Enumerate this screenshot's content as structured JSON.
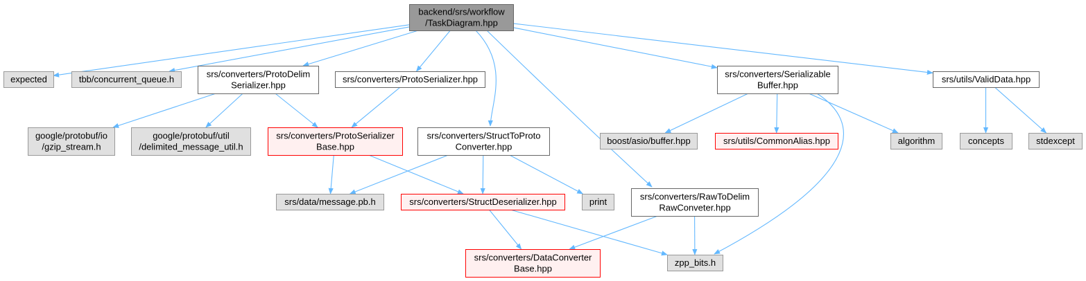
{
  "colors": {
    "edge": "#63b8ff",
    "node_root_fill": "#999999",
    "node_root_border": "#666666",
    "node_doc_fill": "#ffffff",
    "node_doc_border": "#666666",
    "node_external_fill": "#e0e0e0",
    "node_external_border": "#999999",
    "node_missing_fill": "#fff0f0",
    "node_missing_border": "#ff0000"
  },
  "nodes": [
    {
      "id": "root",
      "kind": "root",
      "lines": [
        "backend/srs/workflow",
        "/TaskDiagram.hpp"
      ]
    },
    {
      "id": "expected",
      "kind": "external",
      "lines": [
        "expected"
      ]
    },
    {
      "id": "tbb",
      "kind": "external",
      "lines": [
        "tbb/concurrent_queue.h"
      ]
    },
    {
      "id": "pds",
      "kind": "doc",
      "lines": [
        "srs/converters/ProtoDelim",
        "Serializer.hpp"
      ]
    },
    {
      "id": "ps",
      "kind": "doc",
      "lines": [
        "srs/converters/ProtoSerializer.hpp"
      ]
    },
    {
      "id": "sb",
      "kind": "doc",
      "lines": [
        "srs/converters/Serializable",
        "Buffer.hpp"
      ]
    },
    {
      "id": "vd",
      "kind": "doc",
      "lines": [
        "srs/utils/ValidData.hpp"
      ]
    },
    {
      "id": "gz",
      "kind": "external",
      "lines": [
        "google/protobuf/io",
        "/gzip_stream.h"
      ]
    },
    {
      "id": "dm",
      "kind": "external",
      "lines": [
        "google/protobuf/util",
        "/delimited_message_util.h"
      ]
    },
    {
      "id": "psb",
      "kind": "missing",
      "lines": [
        "srs/converters/ProtoSerializer",
        "Base.hpp"
      ]
    },
    {
      "id": "stpc",
      "kind": "doc",
      "lines": [
        "srs/converters/StructToProto",
        "Converter.hpp"
      ]
    },
    {
      "id": "bab",
      "kind": "external",
      "lines": [
        "boost/asio/buffer.hpp"
      ]
    },
    {
      "id": "ca",
      "kind": "missing",
      "lines": [
        "srs/utils/CommonAlias.hpp"
      ]
    },
    {
      "id": "alg",
      "kind": "external",
      "lines": [
        "algorithm"
      ]
    },
    {
      "id": "con",
      "kind": "external",
      "lines": [
        "concepts"
      ]
    },
    {
      "id": "stdx",
      "kind": "external",
      "lines": [
        "stdexcept"
      ]
    },
    {
      "id": "msg",
      "kind": "external",
      "lines": [
        "srs/data/message.pb.h"
      ]
    },
    {
      "id": "sd",
      "kind": "missing",
      "lines": [
        "srs/converters/StructDeserializer.hpp"
      ]
    },
    {
      "id": "print",
      "kind": "external",
      "lines": [
        "print"
      ]
    },
    {
      "id": "rtd",
      "kind": "doc",
      "lines": [
        "srs/converters/RawToDelim",
        "RawConveter.hpp"
      ]
    },
    {
      "id": "dcb",
      "kind": "missing",
      "lines": [
        "srs/converters/DataConverter",
        "Base.hpp"
      ]
    },
    {
      "id": "zpp",
      "kind": "external",
      "lines": [
        "zpp_bits.h"
      ]
    }
  ],
  "edges": [
    [
      "root",
      "expected"
    ],
    [
      "root",
      "tbb"
    ],
    [
      "root",
      "pds"
    ],
    [
      "root",
      "ps"
    ],
    [
      "root",
      "stpc"
    ],
    [
      "root",
      "rtd"
    ],
    [
      "root",
      "sb"
    ],
    [
      "root",
      "vd"
    ],
    [
      "pds",
      "gz"
    ],
    [
      "pds",
      "dm"
    ],
    [
      "pds",
      "psb"
    ],
    [
      "ps",
      "psb"
    ],
    [
      "psb",
      "msg"
    ],
    [
      "psb",
      "sd"
    ],
    [
      "stpc",
      "msg"
    ],
    [
      "stpc",
      "sd"
    ],
    [
      "stpc",
      "print"
    ],
    [
      "sd",
      "dcb"
    ],
    [
      "sd",
      "zpp"
    ],
    [
      "rtd",
      "dcb"
    ],
    [
      "rtd",
      "zpp"
    ],
    [
      "sb",
      "bab"
    ],
    [
      "sb",
      "ca"
    ],
    [
      "sb",
      "alg"
    ],
    [
      "sb",
      "zpp"
    ],
    [
      "vd",
      "con"
    ],
    [
      "vd",
      "stdx"
    ]
  ]
}
